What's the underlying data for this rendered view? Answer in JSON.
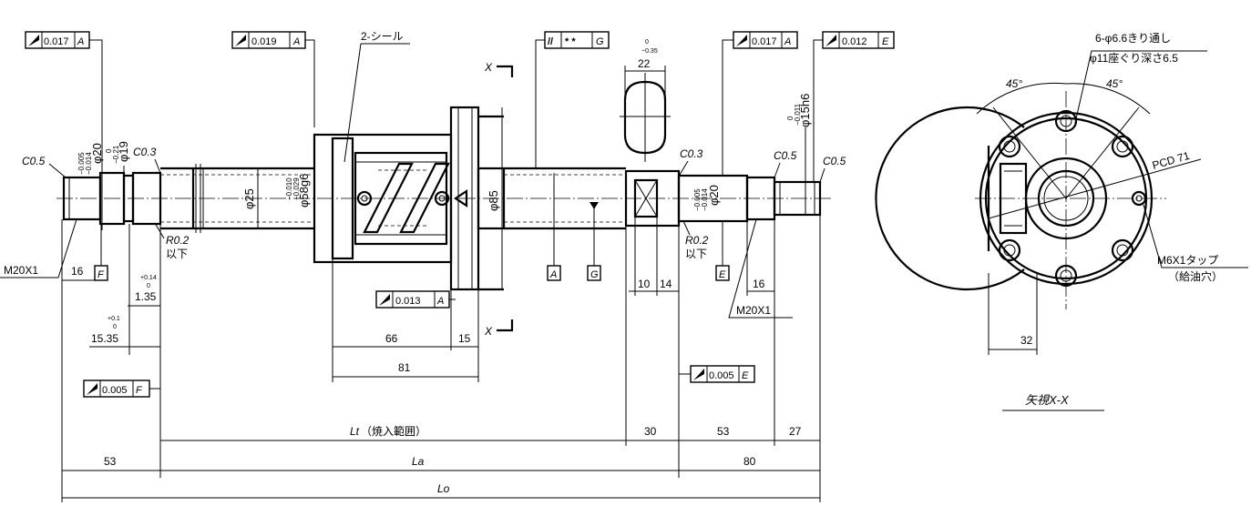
{
  "geometric_tolerances": {
    "runout_left_shaft": {
      "value": "0.017",
      "datum": "A"
    },
    "runout_shaft_body": {
      "value": "0.019",
      "datum": "A"
    },
    "flatness_flange": {
      "symbol": "//",
      "value": "* *",
      "datum": "G"
    },
    "runout_right_1": {
      "value": "0.017",
      "datum": "A"
    },
    "runout_right_2": {
      "value": "0.012",
      "datum": "E"
    },
    "runout_flange_face": {
      "value": "0.013",
      "datum": "A"
    },
    "runout_left_end": {
      "value": "0.005",
      "datum": "F"
    },
    "runout_right_end": {
      "value": "0.005",
      "datum": "E"
    }
  },
  "datums": {
    "A": "A",
    "G": "G",
    "E": "E",
    "F": "F"
  },
  "labels": {
    "seal": "2-シール",
    "section_mark": "X",
    "c05_left": "C0.5",
    "c03_left": "C0.3",
    "c03_right": "C0.3",
    "c05_right_1": "C0.5",
    "c05_right_2": "C0.5",
    "r02_left": "R0.2",
    "r02_left_sub": "以下",
    "r02_right": "R0.2",
    "r02_right_sub": "以下",
    "thread_left": "M20X1",
    "thread_right": "M20X1"
  },
  "diameters": {
    "d20_tol_upper": "−0.005",
    "d20_tol_lower": "−0.014",
    "d20": "φ20",
    "d19_tol_upper": "0",
    "d19_tol_lower": "−0.21",
    "d19": "φ19",
    "d25": "φ25",
    "d58_tol_upper": "−0.010",
    "d58_tol_lower": "−0.029",
    "d58": "φ58g6",
    "d85": "φ85",
    "d20r_tol_upper": "−0.005",
    "d20r_tol_lower": "−0.014",
    "d20r": "φ20",
    "d15_tol_upper": "0",
    "d15_tol_lower": "−0.011",
    "d15": "φ15h6"
  },
  "dimensions": {
    "key_width": "22",
    "key_tol_upper": "0",
    "key_tol_lower": "−0.35",
    "d16_left": "16",
    "d135": "1.35",
    "d135_tol_upper": "+0.14",
    "d135_tol_lower": "0",
    "d1535": "15.35",
    "d1535_tol_upper": "+0.1",
    "d1535_tol_lower": "0",
    "d66": "66",
    "d15": "15",
    "d81": "81",
    "d10": "10",
    "d14": "14",
    "d16_right": "16",
    "d53_left": "53",
    "lt_symbol": "Lt",
    "lt_note": "（焼入範囲）",
    "d30": "30",
    "d53_right": "53",
    "d27": "27",
    "la_symbol": "La",
    "d80": "80",
    "lo_symbol": "Lo"
  },
  "end_view": {
    "holes_note_1": "6-φ6.6きり通し",
    "holes_note_2": "φ11座ぐり深さ6.5",
    "angle_1": "45°",
    "angle_2": "45°",
    "pcd": "PCD 71",
    "tap_1": "M6X1タップ",
    "tap_2": "（給油穴）",
    "d32": "32",
    "title": "矢視X-X"
  }
}
